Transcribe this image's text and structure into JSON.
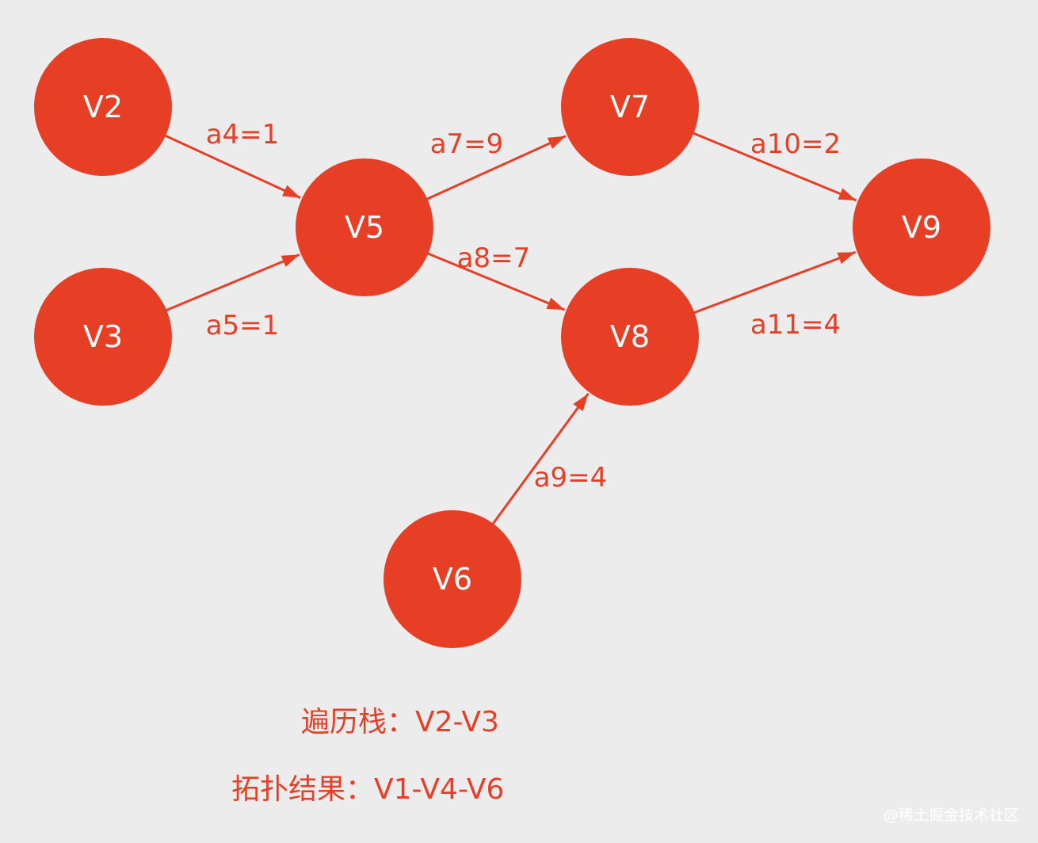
{
  "colors": {
    "background": "#ececec",
    "node_fill": "#e63f26",
    "edge": "#e63f26",
    "text_accent": "#e63f26",
    "node_text": "#ffffff"
  },
  "nodes": [
    {
      "id": "V2",
      "label": "V2"
    },
    {
      "id": "V3",
      "label": "V3"
    },
    {
      "id": "V5",
      "label": "V5"
    },
    {
      "id": "V6",
      "label": "V6"
    },
    {
      "id": "V7",
      "label": "V7"
    },
    {
      "id": "V8",
      "label": "V8"
    },
    {
      "id": "V9",
      "label": "V9"
    }
  ],
  "edges": [
    {
      "id": "a4",
      "from": "V2",
      "to": "V5",
      "label": "a4=1",
      "weight": 1
    },
    {
      "id": "a5",
      "from": "V3",
      "to": "V5",
      "label": "a5=1",
      "weight": 1
    },
    {
      "id": "a7",
      "from": "V5",
      "to": "V7",
      "label": "a7=9",
      "weight": 9
    },
    {
      "id": "a8",
      "from": "V5",
      "to": "V8",
      "label": "a8=7",
      "weight": 7
    },
    {
      "id": "a9",
      "from": "V6",
      "to": "V8",
      "label": "a9=4",
      "weight": 4
    },
    {
      "id": "a10",
      "from": "V7",
      "to": "V9",
      "label": "a10=2",
      "weight": 2
    },
    {
      "id": "a11",
      "from": "V8",
      "to": "V9",
      "label": "a11=4",
      "weight": 4
    }
  ],
  "info": {
    "stack_text": "遍历栈：V2-V3",
    "topo_text": "拓扑结果：V1-V4-V6"
  },
  "watermark": "@稀土掘金技术社区"
}
